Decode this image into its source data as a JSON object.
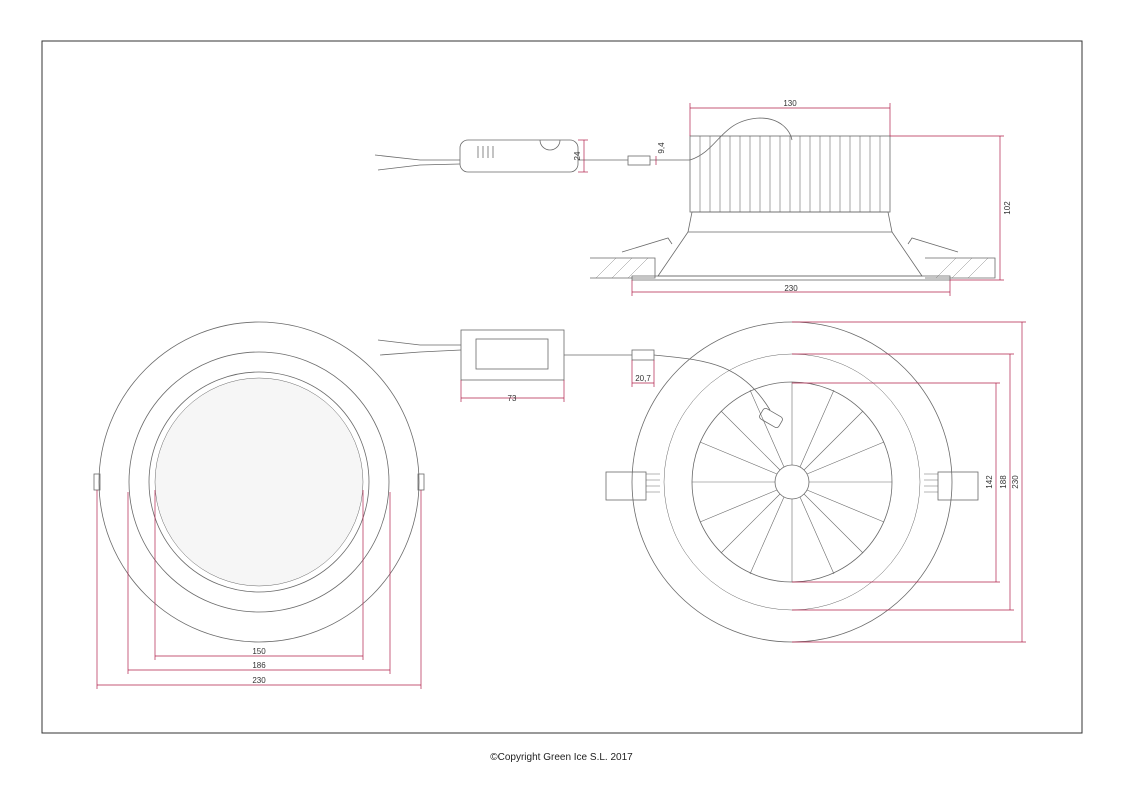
{
  "colors": {
    "outline": "#6a6a6a",
    "dimension": "#b0204a",
    "frame": "#333333"
  },
  "side_view": {
    "dim_width": "130",
    "dim_height": "102",
    "dim_base": "230",
    "dim_driver_height": "24",
    "dim_connector": "9,4"
  },
  "front_view": {
    "dim_lens": "150",
    "dim_cutout": "186",
    "dim_outer": "230"
  },
  "rear_view": {
    "dim_driver_length": "73",
    "dim_connector": "20,7",
    "dim_inner": "142",
    "dim_middle": "188",
    "dim_outer": "230"
  },
  "footer": {
    "copyright": "©Copyright Green Ice S.L. 2017"
  }
}
